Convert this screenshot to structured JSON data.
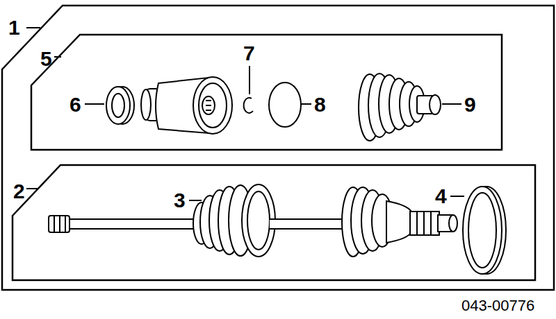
{
  "diagram": {
    "nodes": [
      {
        "text": [
          "1"
        ]
      },
      {
        "text": [
          "5"
        ],
        "in": 0
      },
      {
        "text": [
          "2"
        ],
        "in": 0
      }
    ],
    "labels": [
      "6",
      "7",
      "8",
      "9",
      "3",
      "4",
      "043-00776"
    ]
  }
}
